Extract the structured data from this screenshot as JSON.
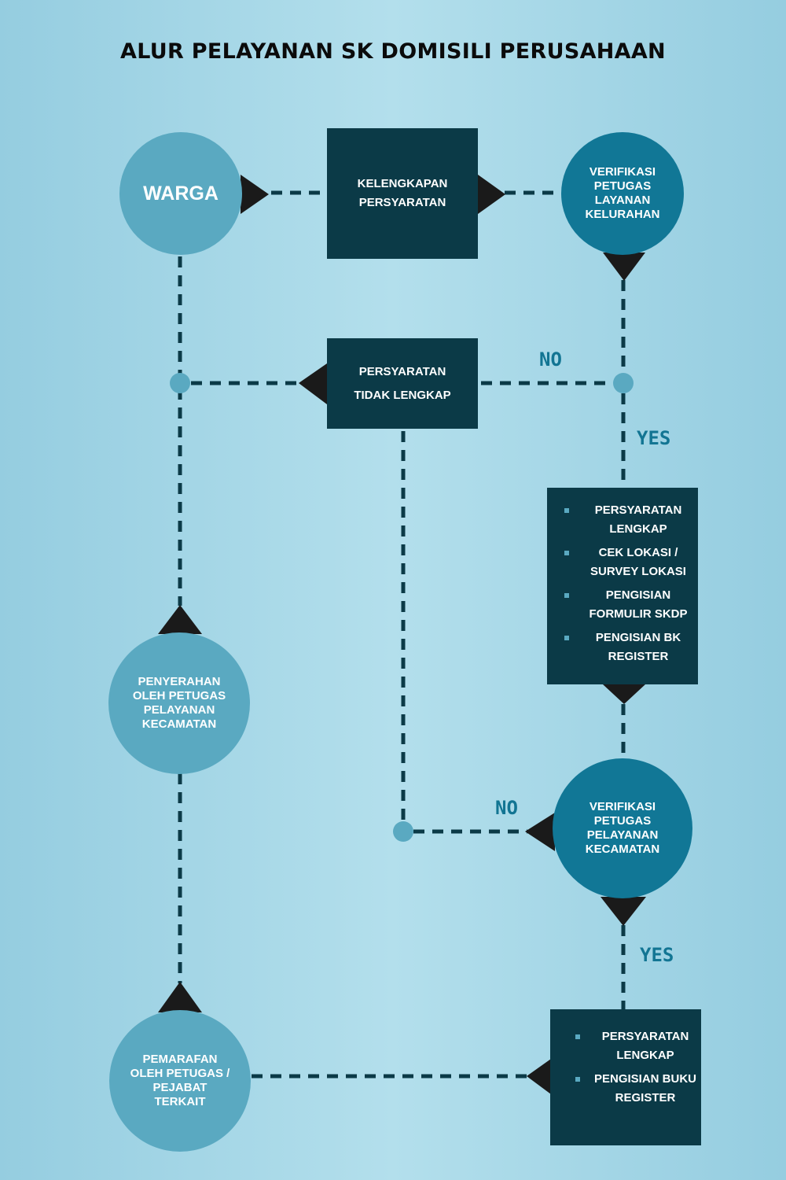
{
  "title": "ALUR PELAYANAN SK DOMISILI PERUSAHAAN",
  "nodes": {
    "warga": "WARGA",
    "kelengkapan": "KELENGKAPAN PERSYARATAN",
    "verifikasi_kelurahan": "VERIFIKASI PETUGAS LAYANAN KELURAHAN",
    "persyaratan_tidak_lengkap": "PERSYARATAN TIDAK LENGKAP",
    "verifikasi_kecamatan": "VERIFIKASI PETUGAS PELAYANAN KECAMATAN",
    "penyerahan": "PENYERAHAN OLEH PETUGAS PELAYANAN KECAMATAN",
    "pemarafan": "PEMARAFAN OLEH PETUGAS / PEJABAT TERKAIT"
  },
  "checklist_1": [
    "PERSYARATAN LENGKAP",
    "CEK LOKASI / SURVEY LOKASI",
    "PENGISIAN FORMULIR SKDP",
    "PENGISIAN BK REGISTER"
  ],
  "checklist_2": [
    "PERSYARATAN LENGKAP",
    "PENGISIAN BUKU REGISTER"
  ],
  "labels": {
    "no_1": "NO",
    "yes_1": "YES",
    "no_2": "NO",
    "yes_2": "YES"
  },
  "colors": {
    "circle_light": "#5aa9c1",
    "circle_dark": "#117796",
    "box": "#0b3a47",
    "connector": "#0b3a47",
    "arrow": "#1a1a1a",
    "label": "#127593"
  }
}
